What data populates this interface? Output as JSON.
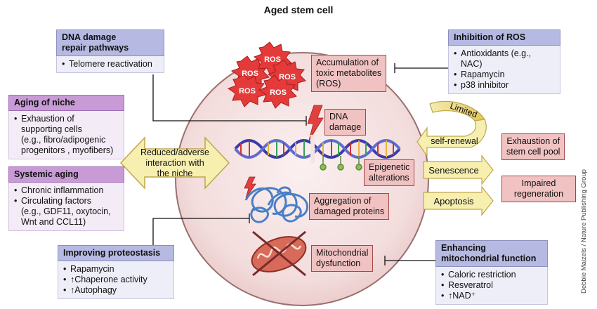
{
  "title": "Aged stem cell",
  "panels": {
    "dna_repair": {
      "title_line1": "DNA damage",
      "title_line2": "repair pathways",
      "items": [
        "Telomere reactivation"
      ]
    },
    "aging_niche": {
      "title": "Aging of niche",
      "lines": [
        "Exhaustion of",
        "supporting cells",
        "(e.g., fibro/adipogenic",
        "progenitors , myofibers)"
      ]
    },
    "systemic": {
      "title": "Systemic aging",
      "items": [
        "Chronic inflammation",
        "Circulating factors"
      ],
      "extra": [
        "(e.g., GDF11, oxytocin,",
        "Wnt and CCL11)"
      ]
    },
    "proteostasis": {
      "title": "Improving proteostasis",
      "items": [
        "Rapamycin",
        "↑Chaperone activity",
        "↑Autophagy"
      ]
    },
    "ros_inhibition": {
      "title": "Inhibition of ROS",
      "items": [
        "Antioxidants (e.g., NAC)",
        "Rapamycin",
        "p38 inhibitor"
      ]
    },
    "mito": {
      "title_line1": "Enhancing",
      "title_line2": "mitochondrial function",
      "items": [
        "Caloric restriction",
        "Resveratrol",
        "↑NAD⁺"
      ]
    }
  },
  "cell": {
    "ros_label": "ROS",
    "ros_box": [
      "Accumulation of",
      "toxic metabolites",
      "(ROS)"
    ],
    "dna_box": [
      "DNA",
      "damage"
    ],
    "epi_box": [
      "Epigenetic",
      "alterations"
    ],
    "protein_box": [
      "Aggregation of",
      "damaged proteins"
    ],
    "mito_box": [
      "Mitochondrial",
      "dysfunction"
    ],
    "niche_arrow": [
      "Reduced/adverse",
      "interaction with",
      "the niche"
    ]
  },
  "outcomes": {
    "limited": "Limited",
    "self_renewal": "self-renewal",
    "senescence": "Senescence",
    "apoptosis": "Apoptosis",
    "exhaustion": [
      "Exhaustion of",
      "stem cell pool"
    ],
    "impaired": [
      "Impaired",
      "regeneration"
    ]
  },
  "credit": "Debbie Maizels / Nature Publishing Group",
  "colors": {
    "cell_fill": "#f4dede",
    "cell_border": "#9a6f6f",
    "pink_box": "#f0c2c2",
    "arrow_fill": "#f7efb0",
    "blue_header": "#b6b9e2",
    "purple_header": "#c89ad6"
  }
}
